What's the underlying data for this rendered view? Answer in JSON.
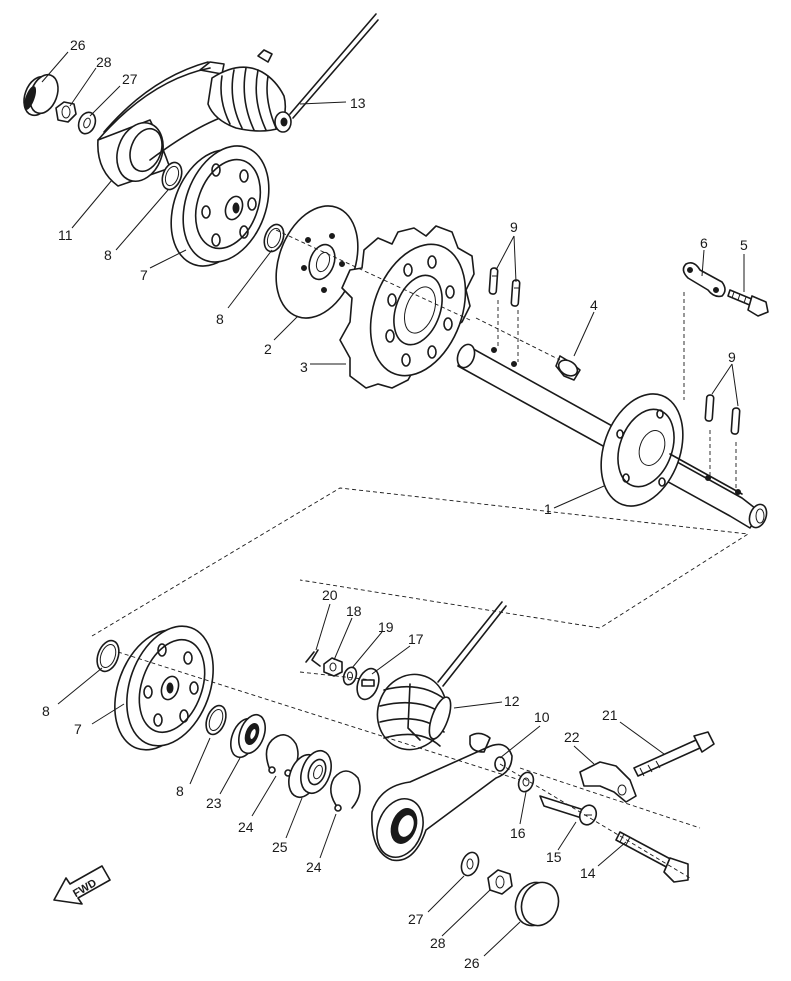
{
  "callouts": [
    {
      "id": "c26a",
      "text": "26"
    },
    {
      "id": "c28a",
      "text": "28"
    },
    {
      "id": "c27a",
      "text": "27"
    },
    {
      "id": "c13",
      "text": "13"
    },
    {
      "id": "c11",
      "text": "11"
    },
    {
      "id": "c8a",
      "text": "8"
    },
    {
      "id": "c7a",
      "text": "7"
    },
    {
      "id": "c8b",
      "text": "8"
    },
    {
      "id": "c2",
      "text": "2"
    },
    {
      "id": "c3",
      "text": "3"
    },
    {
      "id": "c9a",
      "text": "9"
    },
    {
      "id": "c4",
      "text": "4"
    },
    {
      "id": "c6",
      "text": "6"
    },
    {
      "id": "c5",
      "text": "5"
    },
    {
      "id": "c9b",
      "text": "9"
    },
    {
      "id": "c1",
      "text": "1"
    },
    {
      "id": "c20",
      "text": "20"
    },
    {
      "id": "c18",
      "text": "18"
    },
    {
      "id": "c19",
      "text": "19"
    },
    {
      "id": "c17",
      "text": "17"
    },
    {
      "id": "c12",
      "text": "12"
    },
    {
      "id": "c10",
      "text": "10"
    },
    {
      "id": "c21",
      "text": "21"
    },
    {
      "id": "c22",
      "text": "22"
    },
    {
      "id": "c8c",
      "text": "8"
    },
    {
      "id": "c7b",
      "text": "7"
    },
    {
      "id": "c8d",
      "text": "8"
    },
    {
      "id": "c23",
      "text": "23"
    },
    {
      "id": "c24a",
      "text": "24"
    },
    {
      "id": "c25",
      "text": "25"
    },
    {
      "id": "c24b",
      "text": "24"
    },
    {
      "id": "c16",
      "text": "16"
    },
    {
      "id": "c15",
      "text": "15"
    },
    {
      "id": "c14",
      "text": "14"
    },
    {
      "id": "c27b",
      "text": "27"
    },
    {
      "id": "c28b",
      "text": "28"
    },
    {
      "id": "c26b",
      "text": "26"
    }
  ],
  "fwd_label": "FWD"
}
